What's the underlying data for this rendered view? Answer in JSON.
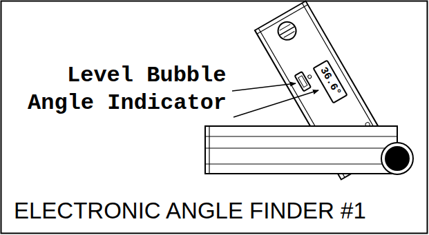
{
  "diagram": {
    "caption": "ELECTRONIC ANGLE FINDER #1",
    "nodes": [
      {
        "text": [
          "36.6°"
        ]
      }
    ],
    "labels": [
      "Level Bubble",
      "Angle Indicator"
    ]
  }
}
